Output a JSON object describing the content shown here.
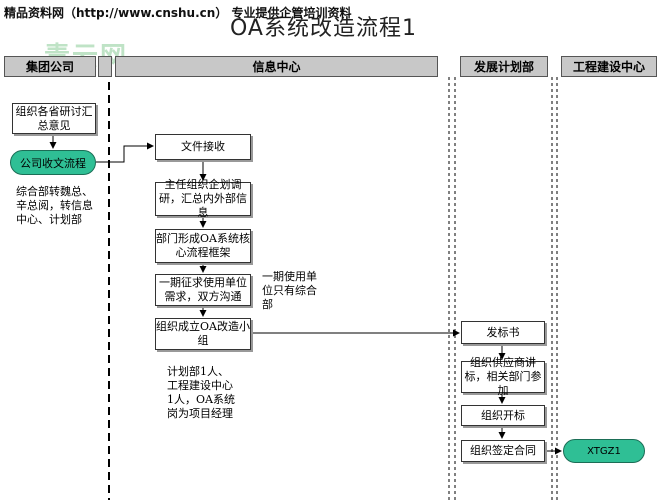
{
  "watermark": {
    "top_text": "精品资料网（http://www.cnshu.cn） 专业提供企管培训资料",
    "logo": "青云网"
  },
  "title": "OA系统改造流程1",
  "lanes": [
    "集团公司",
    "信息中心",
    "发展计划部",
    "工程建设中心"
  ],
  "boxes": {
    "collect": "组织各省研讨汇总意见",
    "receive": "文件接收",
    "research": "主任组织企划调研，汇总内外部信息",
    "framework": "部门形成OA系统核心流程框架",
    "survey": "一期征求使用单位需求，双方沟通",
    "team": "组织成立OA改造小组",
    "tender": "发标书",
    "supplier": "组织供应商讲标，相关部门参加",
    "bidopen": "组织开标",
    "contract": "组织签定合同"
  },
  "pills": {
    "doc_flow": "公司收文流程",
    "xtgz": "XTGZ1"
  },
  "notes": {
    "forward": "综合部转魏总、辛总阅，转信息中心、计划部",
    "single_unit": "一期使用单位只有综合部",
    "team_members": "计划部1人、工程建设中心1人，OA系统岗为项目经理"
  }
}
